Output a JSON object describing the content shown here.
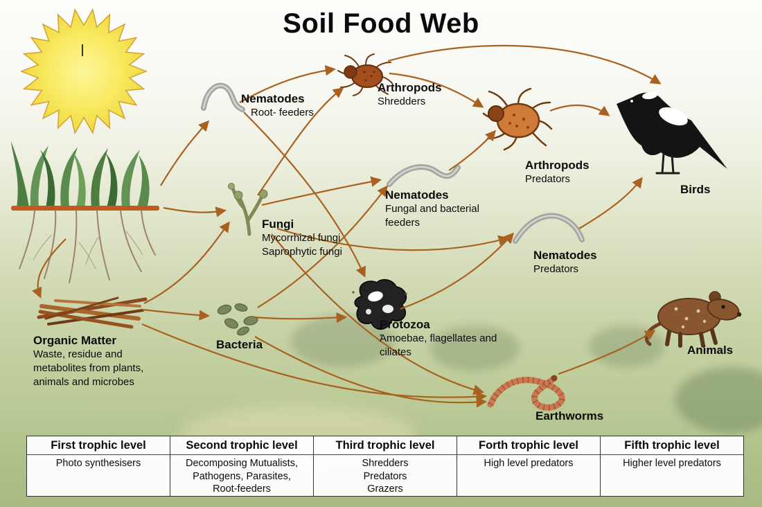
{
  "title": "Soil Food Web",
  "accent_colors": {
    "arrow_brown": "#a8611f",
    "sun_yellow": "#f6e14f",
    "soil_line": "#c05a1e"
  },
  "nodes": {
    "organic_matter": {
      "name": "Organic Matter",
      "desc": "Waste, residue and metabolites from plants, animals and microbes"
    },
    "nematodes_root": {
      "name": "Nematodes",
      "desc": "Root- feeders"
    },
    "fungi": {
      "name": "Fungi",
      "desc": "Mycorrhizal fungi\nSaprophytic fungi"
    },
    "bacteria": {
      "name": "Bacteria"
    },
    "arthropods_shredders": {
      "name": "Arthropods",
      "desc": "Shredders"
    },
    "nematodes_fungal": {
      "name": "Nematodes",
      "desc": "Fungal and bacterial feeders"
    },
    "protozoa": {
      "name": "Protozoa",
      "desc": "Amoebae, flagellates and ciliates"
    },
    "arthropods_predators": {
      "name": "Arthropods",
      "desc": "Predators"
    },
    "nematodes_predators": {
      "name": "Nematodes",
      "desc": "Predators"
    },
    "earthworms": {
      "name": "Earthworms"
    },
    "birds": {
      "name": "Birds"
    },
    "animals": {
      "name": "Animals"
    }
  },
  "table": {
    "columns": [
      {
        "header": "First trophic level",
        "body": "Photo synthesisers"
      },
      {
        "header": "Second trophic level",
        "body": "Decomposing Mutualists,\nPathogens, Parasites,\nRoot-feeders"
      },
      {
        "header": "Third trophic level",
        "body": "Shredders\nPredators\nGrazers"
      },
      {
        "header": "Forth trophic level",
        "body": "High level predators"
      },
      {
        "header": "Fifth trophic level",
        "body": "Higher level predators"
      }
    ]
  },
  "icons": {
    "sun-icon": "yellow starburst sun",
    "grass-icon": "grass tuft with roots above soil line",
    "organic-matter-icon": "bundle of brown twigs",
    "nematode-icon": "grey worm",
    "fungi-icon": "branching fungal hyphae",
    "bacteria-icon": "cluster of oval bacteria",
    "mite-icon": "soil mite arthropod",
    "protozoa-icon": "amoeba blob",
    "earthworm-icon": "segmented earthworm",
    "bird-icon": "magpie silhouette",
    "animal-icon": "small brown mammal"
  }
}
